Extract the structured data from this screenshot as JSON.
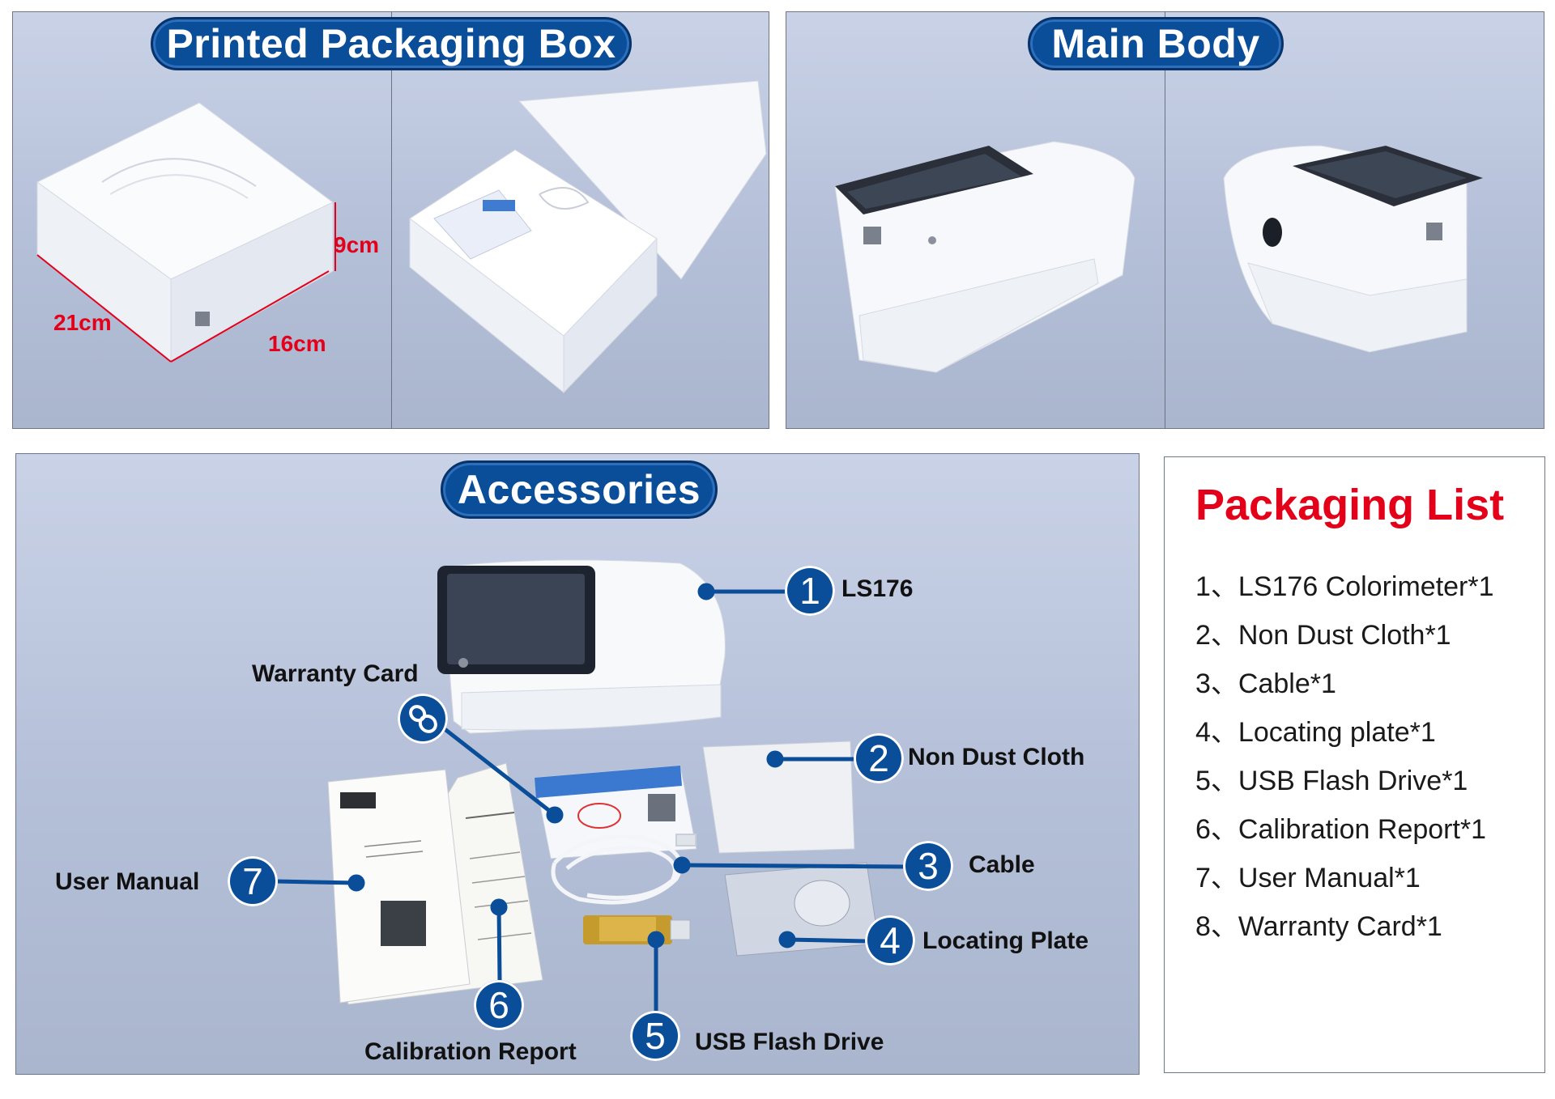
{
  "panels": {
    "packaging": {
      "title": "Printed Packaging Box",
      "dimensions": {
        "length": "21cm",
        "width": "16cm",
        "height": "9cm"
      }
    },
    "main_body": {
      "title": "Main Body"
    },
    "accessories": {
      "title": "Accessories",
      "callouts": [
        {
          "number": "1",
          "label": "LS176"
        },
        {
          "number": "2",
          "label": "Non Dust Cloth"
        },
        {
          "number": "3",
          "label": "Cable"
        },
        {
          "number": "4",
          "label": "Locating Plate"
        },
        {
          "number": "5",
          "label": "USB Flash Drive"
        },
        {
          "number": "6",
          "label": "Calibration Report"
        },
        {
          "number": "7",
          "label": "User Manual"
        },
        {
          "number": "8",
          "label": "Warranty Card"
        }
      ]
    }
  },
  "packaging_list": {
    "title": "Packaging List",
    "items": [
      "1、LS176 Colorimeter*1",
      "2、Non Dust Cloth*1",
      "3、Cable*1",
      "4、Locating plate*1",
      "5、USB Flash Drive*1",
      "6、Calibration Report*1",
      "7、User Manual*1",
      "8、Warranty Card*1"
    ]
  },
  "colors": {
    "accent_blue": "#0a4d99",
    "accent_red": "#e5001a",
    "panel_bg": "#b4bfd8"
  }
}
